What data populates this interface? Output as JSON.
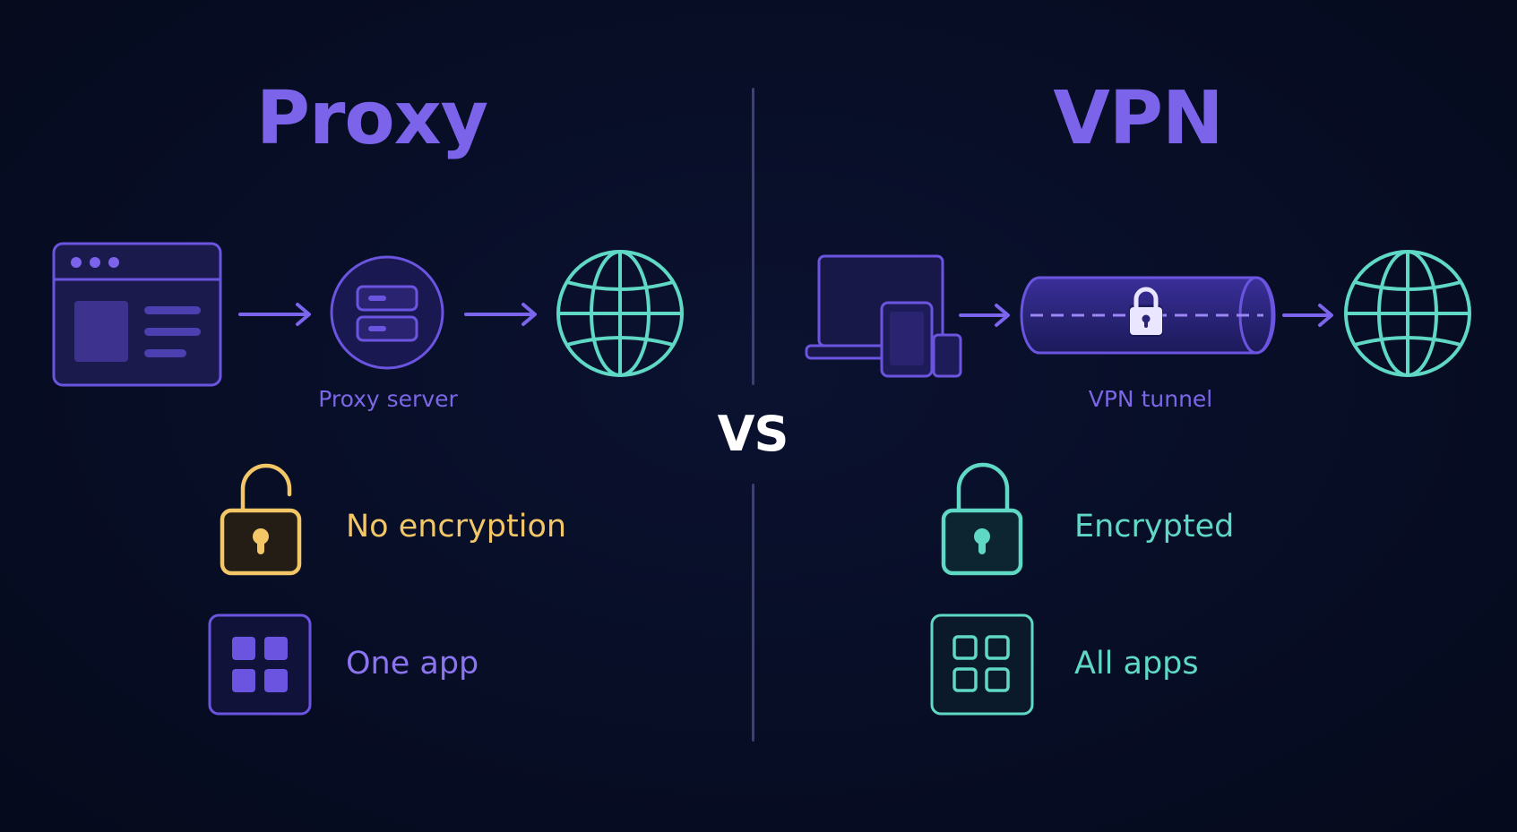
{
  "left": {
    "title": "Proxy",
    "node_caption": "Proxy server",
    "features": [
      {
        "label": "No encryption",
        "icon": "unlocked-padlock-icon",
        "color": "#f3c767"
      },
      {
        "label": "One app",
        "icon": "single-app-grid-icon",
        "color": "#8b74f0"
      }
    ]
  },
  "right": {
    "title": "VPN",
    "node_caption": "VPN tunnel",
    "features": [
      {
        "label": "Encrypted",
        "icon": "locked-padlock-icon",
        "color": "#5fd8c5"
      },
      {
        "label": "All apps",
        "icon": "all-apps-grid-icon",
        "color": "#5fd8c5"
      }
    ]
  },
  "center": {
    "vs": "VS"
  },
  "colors": {
    "background": "#070d24",
    "accent_purple": "#7c64ea",
    "accent_teal": "#5fd8c5",
    "accent_yellow": "#f3c767"
  }
}
